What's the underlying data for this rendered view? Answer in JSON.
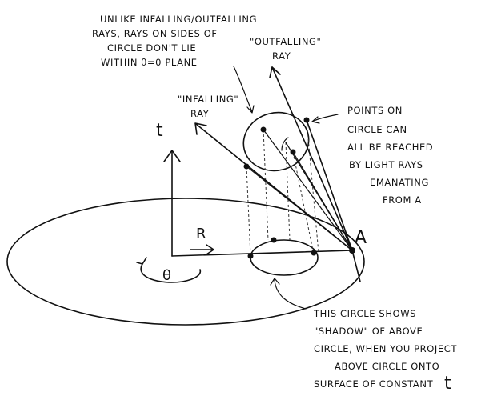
{
  "annotations": {
    "unlike_rays": [
      "UNLIKE INFALLING/OUTFALLING",
      "RAYS, RAYS ON SIDES OF",
      "CIRCLE DON'T LIE",
      "WITHIN θ=0 PLANE"
    ],
    "outfalling_ray": [
      "\"OUTFALLING\"",
      "RAY"
    ],
    "infalling_ray": [
      "\"INFALLING\"",
      "RAY"
    ],
    "points_on_circle": [
      "POINTS ON",
      "CIRCLE CAN",
      "ALL BE REACHED",
      "BY LIGHT RAYS",
      "EMANATING",
      "FROM A"
    ],
    "shadow_circle": [
      "THIS CIRCLE SHOWS",
      "\"SHADOW\" OF ABOVE",
      "CIRCLE, WHEN YOU PROJECT",
      "ABOVE CIRCLE ONTO",
      "SURFACE OF CONSTANT"
    ],
    "shadow_t": "t"
  },
  "axes": {
    "t_label": "t",
    "r_label": "R",
    "theta_label": "θ",
    "point_label": "A"
  }
}
